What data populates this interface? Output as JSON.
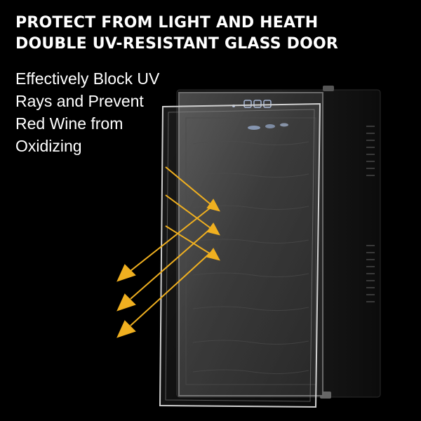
{
  "headline": {
    "line1": "PROTECT FROM LIGHT AND HEATH",
    "line2": "DOUBLE UV-RESISTANT GLASS DOOR"
  },
  "description": {
    "line1": "Effectively Block UV",
    "line2": "Rays and Prevent",
    "line3": "Red Wine from",
    "line4": "Oxidizing"
  },
  "illustration": {
    "subject": "wine cooler with glass door",
    "icons": [
      "control-panel-icon",
      "uv-ray-arrow-icon"
    ],
    "colors": {
      "background": "#000000",
      "text": "#ffffff",
      "arrow": "#f0b020",
      "glass_outline": "#cfcfcf",
      "cabinet": "#1c1c1c"
    }
  }
}
